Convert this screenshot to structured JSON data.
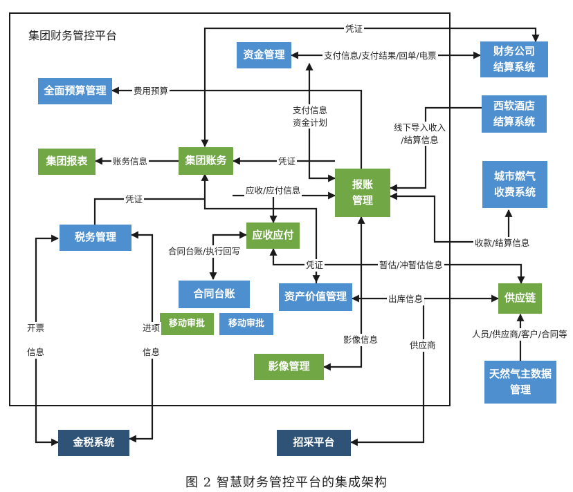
{
  "frame_title": "集团财务管控平台",
  "caption": "图 2    智慧财务管控平台的集成架构",
  "nodes": {
    "fund_mgmt": "资金管理",
    "budget_mgmt": "全面预算管理",
    "group_report": "集团报表",
    "group_ledger": "集团账务",
    "reimbursement": "报账\n管理",
    "tax_mgmt": "税务管理",
    "receivable_payable": "应收应付",
    "contract_ledger": "合同台账",
    "mobile_approval_1": "移动审批",
    "mobile_approval_2": "移动审批",
    "asset_value_mgmt": "资产价值管理",
    "image_mgmt": "影像管理",
    "golden_tax": "金税系统",
    "procurement": "招采平台",
    "finance_company": "财务公司\n结算系统",
    "xiruan_hotel": "西软酒店\n结算系统",
    "city_gas": "城市燃气\n收费系统",
    "supply_chain": "供应链",
    "gas_master_data": "天然气主数据\n管理"
  },
  "edge_labels": {
    "voucher_top": "凭证",
    "payment_info": "支付信息/支付结果/回单/电票",
    "expense_budget": "费用预算",
    "pay_info_plan": "支付信息\n资金计划",
    "offline_import": "线下导入收入\n/结算信息",
    "account_info": "账务信息",
    "voucher_ledger": "凭证",
    "voucher_tax": "凭证",
    "ar_ap_info": "应收/应付信息",
    "contract_exec": "合同台账/执行回写",
    "collection_settle": "收款/结算信息",
    "voucher_asset": "凭证",
    "estimate": "暂估/冲暂估信息",
    "outbound": "出库信息",
    "personnel": "人员/供应商/客户/合同等",
    "image_info": "影像信息",
    "supplier": "供应商",
    "invoice_info": "开票\n\n信息",
    "input_info": "进项\n\n信息"
  },
  "colors": {
    "blue_box": "#4d8fcf",
    "green_box": "#71a845",
    "navy_box": "#2e5377",
    "line": "#1a1a1a"
  }
}
